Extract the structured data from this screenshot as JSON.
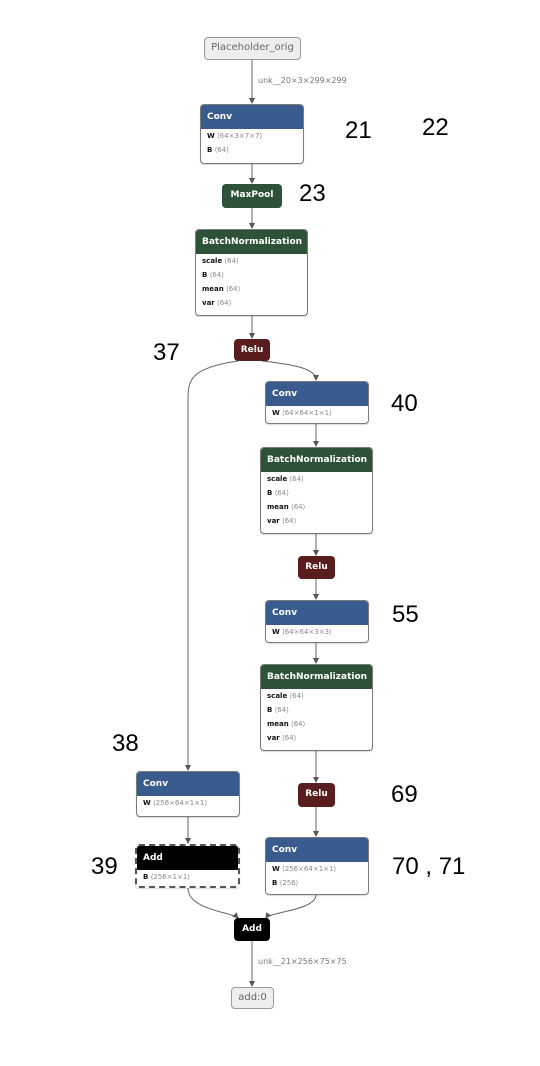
{
  "input": {
    "label": "Placeholder_orig"
  },
  "output": {
    "label": "add:0"
  },
  "edge_labels": {
    "input_shape": "unk__20×3×299×299",
    "output_shape": "unk__21×256×75×75"
  },
  "nodes": {
    "conv1": {
      "title": "Conv",
      "attrs": [
        {
          "k": "W",
          "v": "⟨64×3×7×7⟩"
        },
        {
          "k": "B",
          "v": "⟨64⟩"
        }
      ]
    },
    "maxpool": {
      "title": "MaxPool"
    },
    "bn1": {
      "title": "BatchNormalization",
      "attrs": [
        {
          "k": "scale",
          "v": "⟨64⟩"
        },
        {
          "k": "B",
          "v": "⟨64⟩"
        },
        {
          "k": "mean",
          "v": "⟨64⟩"
        },
        {
          "k": "var",
          "v": "⟨64⟩"
        }
      ]
    },
    "relu1": {
      "title": "Relu"
    },
    "conv2": {
      "title": "Conv",
      "attrs": [
        {
          "k": "W",
          "v": "⟨64×64×1×1⟩"
        }
      ]
    },
    "bn2": {
      "title": "BatchNormalization",
      "attrs": [
        {
          "k": "scale",
          "v": "⟨64⟩"
        },
        {
          "k": "B",
          "v": "⟨64⟩"
        },
        {
          "k": "mean",
          "v": "⟨64⟩"
        },
        {
          "k": "var",
          "v": "⟨64⟩"
        }
      ]
    },
    "relu2": {
      "title": "Relu"
    },
    "conv3": {
      "title": "Conv",
      "attrs": [
        {
          "k": "W",
          "v": "⟨64×64×3×3⟩"
        }
      ]
    },
    "bn3": {
      "title": "BatchNormalization",
      "attrs": [
        {
          "k": "scale",
          "v": "⟨64⟩"
        },
        {
          "k": "B",
          "v": "⟨64⟩"
        },
        {
          "k": "mean",
          "v": "⟨64⟩"
        },
        {
          "k": "var",
          "v": "⟨64⟩"
        }
      ]
    },
    "relu3": {
      "title": "Relu"
    },
    "conv4": {
      "title": "Conv",
      "attrs": [
        {
          "k": "W",
          "v": "⟨256×64×1×1⟩"
        },
        {
          "k": "B",
          "v": "⟨256⟩"
        }
      ]
    },
    "conv_skip": {
      "title": "Conv",
      "attrs": [
        {
          "k": "W",
          "v": "⟨256×64×1×1⟩"
        }
      ]
    },
    "add_skip": {
      "title": "Add",
      "attrs": [
        {
          "k": "B",
          "v": "⟨256×1×1⟩"
        }
      ]
    },
    "add_final": {
      "title": "Add"
    }
  },
  "annotations": {
    "n21": "21",
    "n22": "22",
    "n23": "23",
    "n37": "37",
    "n40": "40",
    "n55": "55",
    "n38": "38",
    "n69": "69",
    "n39": "39",
    "n70_71": "70 , 71"
  }
}
